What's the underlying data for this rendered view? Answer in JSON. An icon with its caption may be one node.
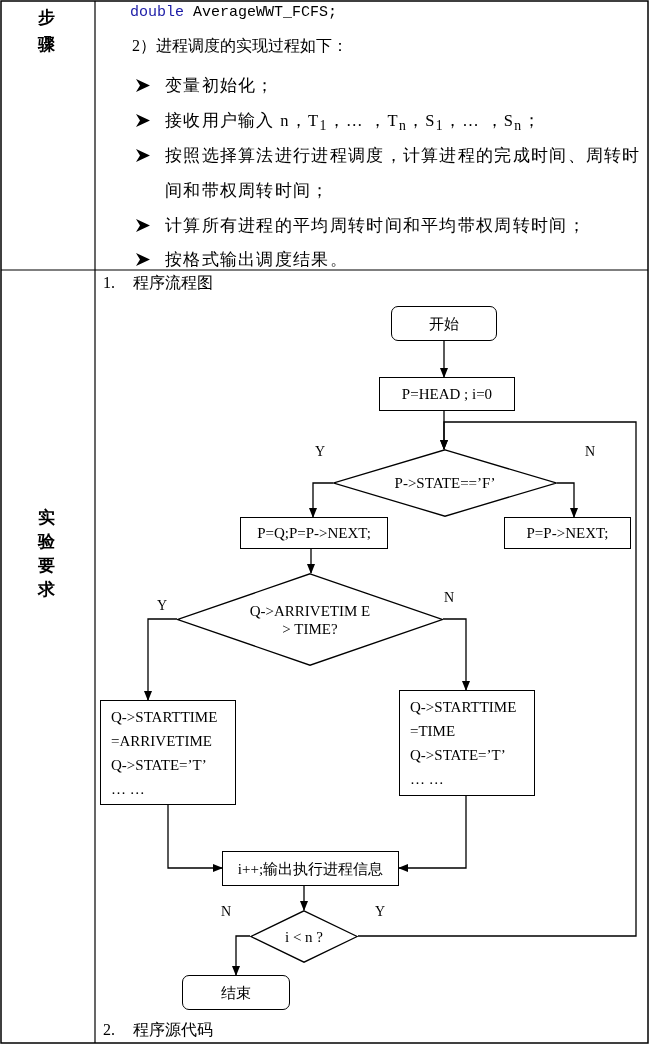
{
  "diagram": {
    "nodes": [
      {
        "text": [
          "开始"
        ]
      },
      {
        "text": [
          "P=HEAD ; i=0"
        ]
      },
      {
        "text": [
          "P->STATE==’F’"
        ]
      },
      {
        "text": [
          "P=Q;P=P->NEXT;"
        ]
      },
      {
        "text": [
          "P=P->NEXT;"
        ]
      },
      {
        "text": [
          "Q->ARRIVETIM E > TIME?"
        ]
      },
      {
        "text": [
          "Q->STARTTIME =ARRIVETIME",
          "Q->STATE=’T’",
          "… …"
        ]
      },
      {
        "text": [
          "Q->STARTTIME =TIME",
          "Q->STATE=’T’",
          "… …"
        ]
      },
      {
        "text": [
          "i++;输出执行进程信息"
        ]
      },
      {
        "text": [
          "i < n ?"
        ]
      },
      {
        "text": [
          "结束"
        ]
      }
    ],
    "edges": [
      {
        "from": 0,
        "to": 1,
        "arrow": "to"
      },
      {
        "from": 1,
        "to": 2,
        "arrow": "to"
      },
      {
        "from": 2,
        "to": 3,
        "arrow": "to",
        "label": "Y"
      },
      {
        "from": 2,
        "to": 4,
        "arrow": "to",
        "label": "N"
      },
      {
        "from": 3,
        "to": 5,
        "arrow": "to"
      },
      {
        "from": 5,
        "to": 6,
        "arrow": "to",
        "label": "Y"
      },
      {
        "from": 5,
        "to": 7,
        "arrow": "to",
        "label": "N"
      },
      {
        "from": 6,
        "to": 8,
        "arrow": "to"
      },
      {
        "from": 7,
        "to": 8,
        "arrow": "to"
      },
      {
        "from": 8,
        "to": 9,
        "arrow": "to"
      },
      {
        "from": 9,
        "to": 10,
        "arrow": "to",
        "label": "N"
      },
      {
        "from": 9,
        "to": 2,
        "arrow": "to",
        "label": "Y"
      }
    ],
    "labels": [
      "步骤",
      "double AverageWWT_FCFS;",
      "2）进程调度的实现过程如下：",
      "变量初始化；",
      "接收用户输入 n，T$_{1}$，… ，T$_{n}$，S$_{1}$，… ，S$_{n}$；",
      "按照选择算法进行进程调度，计算进程的完成时间、周转时间和带权周转时间；",
      "计算所有进程的平均周转时间和平均带权周转时间；",
      "按格式输出调度结果。",
      "实验要求",
      "1. 程序流程图",
      "2. 程序源代码"
    ]
  }
}
